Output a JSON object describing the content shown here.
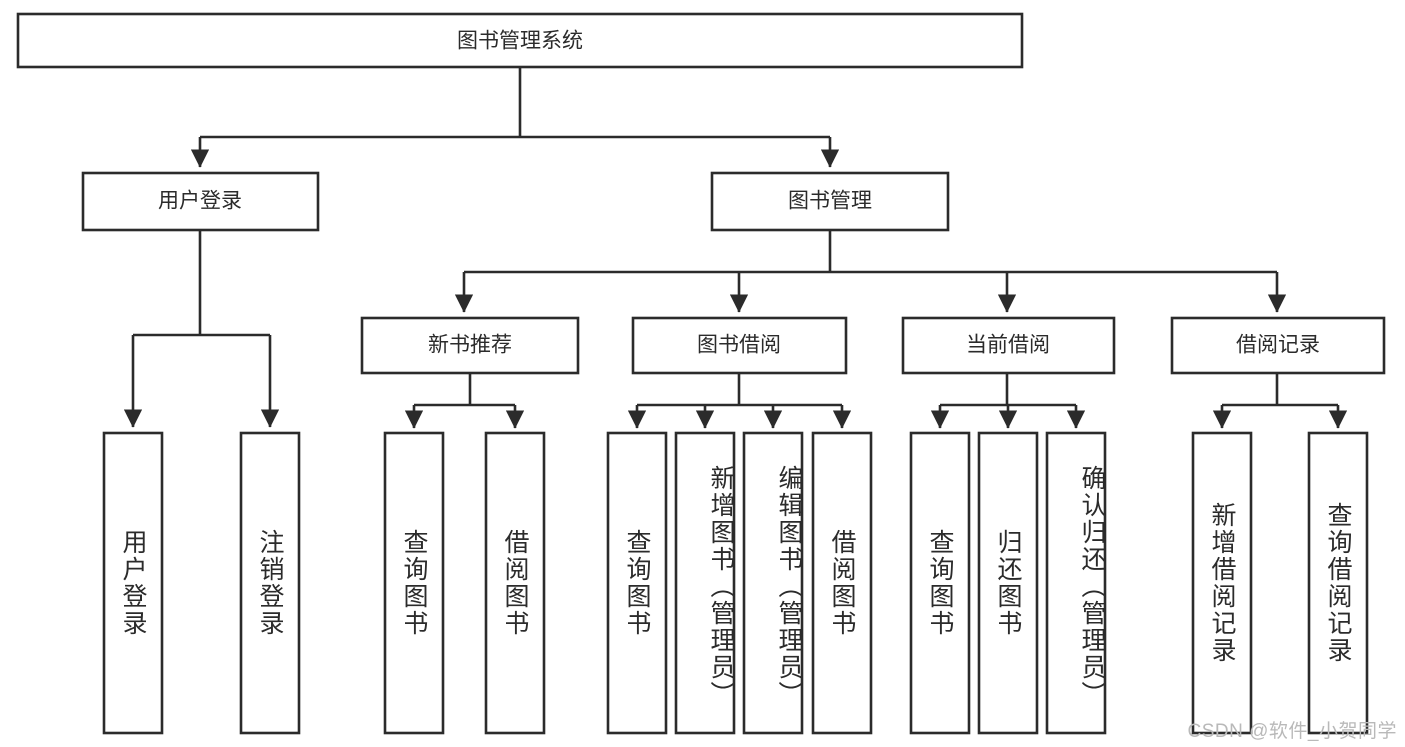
{
  "diagram": {
    "title": "图书管理系统",
    "type": "tree-hierarchy-chart",
    "watermark": "CSDN @软件_小贺同学",
    "colors": {
      "stroke": "#2b2b2b",
      "box_fill": "#ffffff",
      "background": "#ffffff",
      "watermark": "#b9b9b9"
    },
    "root": {
      "label": "图书管理系统"
    },
    "level2": [
      {
        "label": "用户登录"
      },
      {
        "label": "图书管理"
      }
    ],
    "level3": [
      {
        "label": "新书推荐"
      },
      {
        "label": "图书借阅"
      },
      {
        "label": "当前借阅"
      },
      {
        "label": "借阅记录"
      }
    ],
    "leaves": {
      "user_login": [
        {
          "label": "用户登录"
        },
        {
          "label": "注销登录"
        }
      ],
      "new_book_recommend": [
        {
          "label": "查询图书"
        },
        {
          "label": "借阅图书"
        }
      ],
      "book_borrow": [
        {
          "label": "查询图书"
        },
        {
          "label": "新增图书（管理员）"
        },
        {
          "label": "编辑图书（管理员）"
        },
        {
          "label": "借阅图书"
        }
      ],
      "current_borrow": [
        {
          "label": "查询图书"
        },
        {
          "label": "归还图书"
        },
        {
          "label": "确认归还（管理员）"
        }
      ],
      "borrow_record": [
        {
          "label": "新增借阅记录"
        },
        {
          "label": "查询借阅记录"
        }
      ]
    }
  }
}
